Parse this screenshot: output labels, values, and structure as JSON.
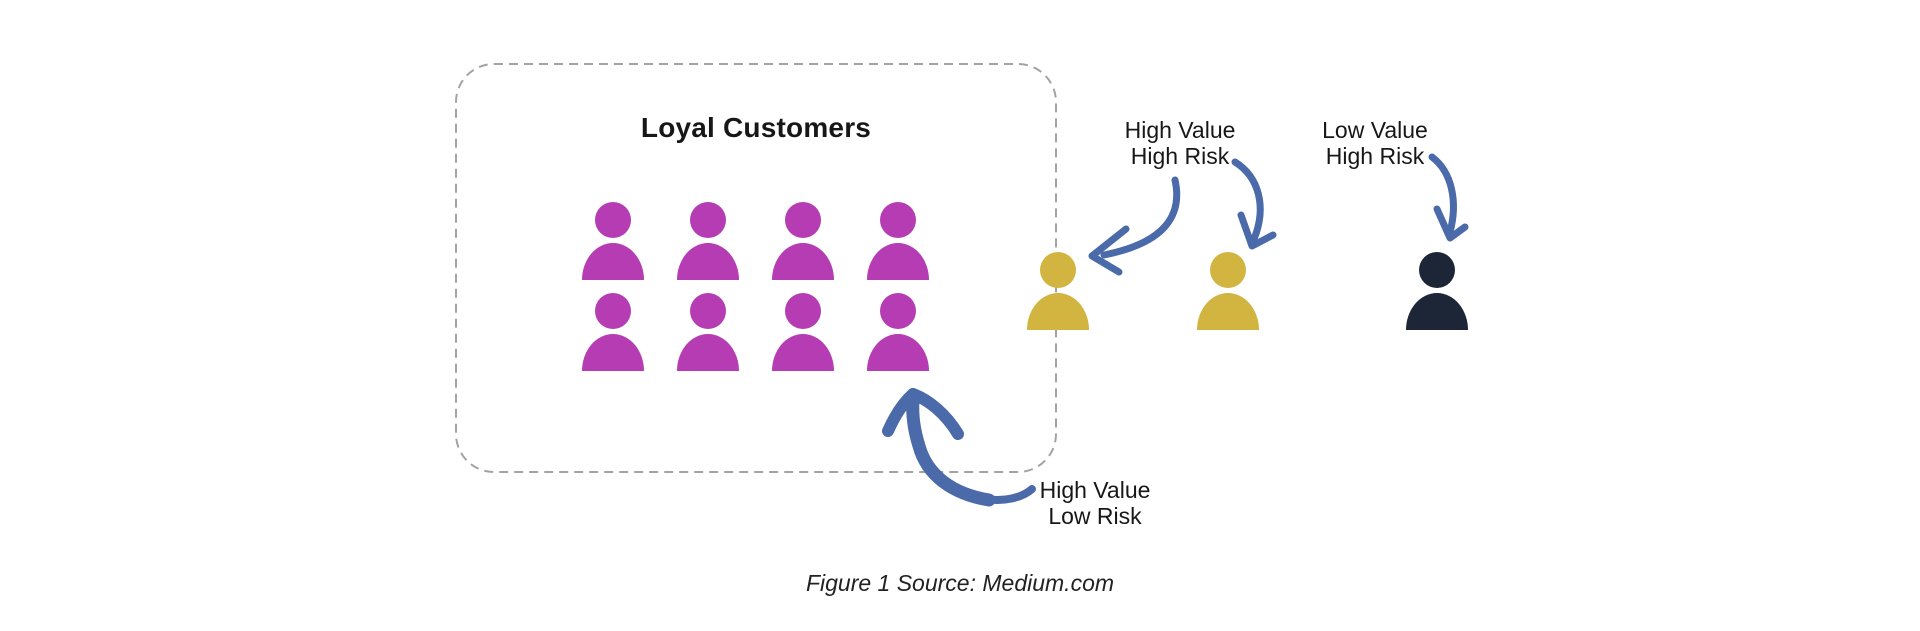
{
  "loyal_box": {
    "title": "Loyal Customers",
    "member_count": 8
  },
  "annotations": {
    "high_value_high_risk": {
      "line1": "High Value",
      "line2": "High Risk",
      "member_count": 2
    },
    "low_value_high_risk": {
      "line1": "Low Value",
      "line2": "High Risk",
      "member_count": 1
    },
    "high_value_low_risk": {
      "line1": "High Value",
      "line2": "Low Risk"
    }
  },
  "caption": "Figure 1 Source: Medium.com",
  "colors": {
    "loyal": "#B53CB3",
    "gold": "#D2B441",
    "navy": "#1C2637",
    "arrow": "#4B6AAA",
    "border": "#A3A3A3",
    "text": "#171717"
  }
}
